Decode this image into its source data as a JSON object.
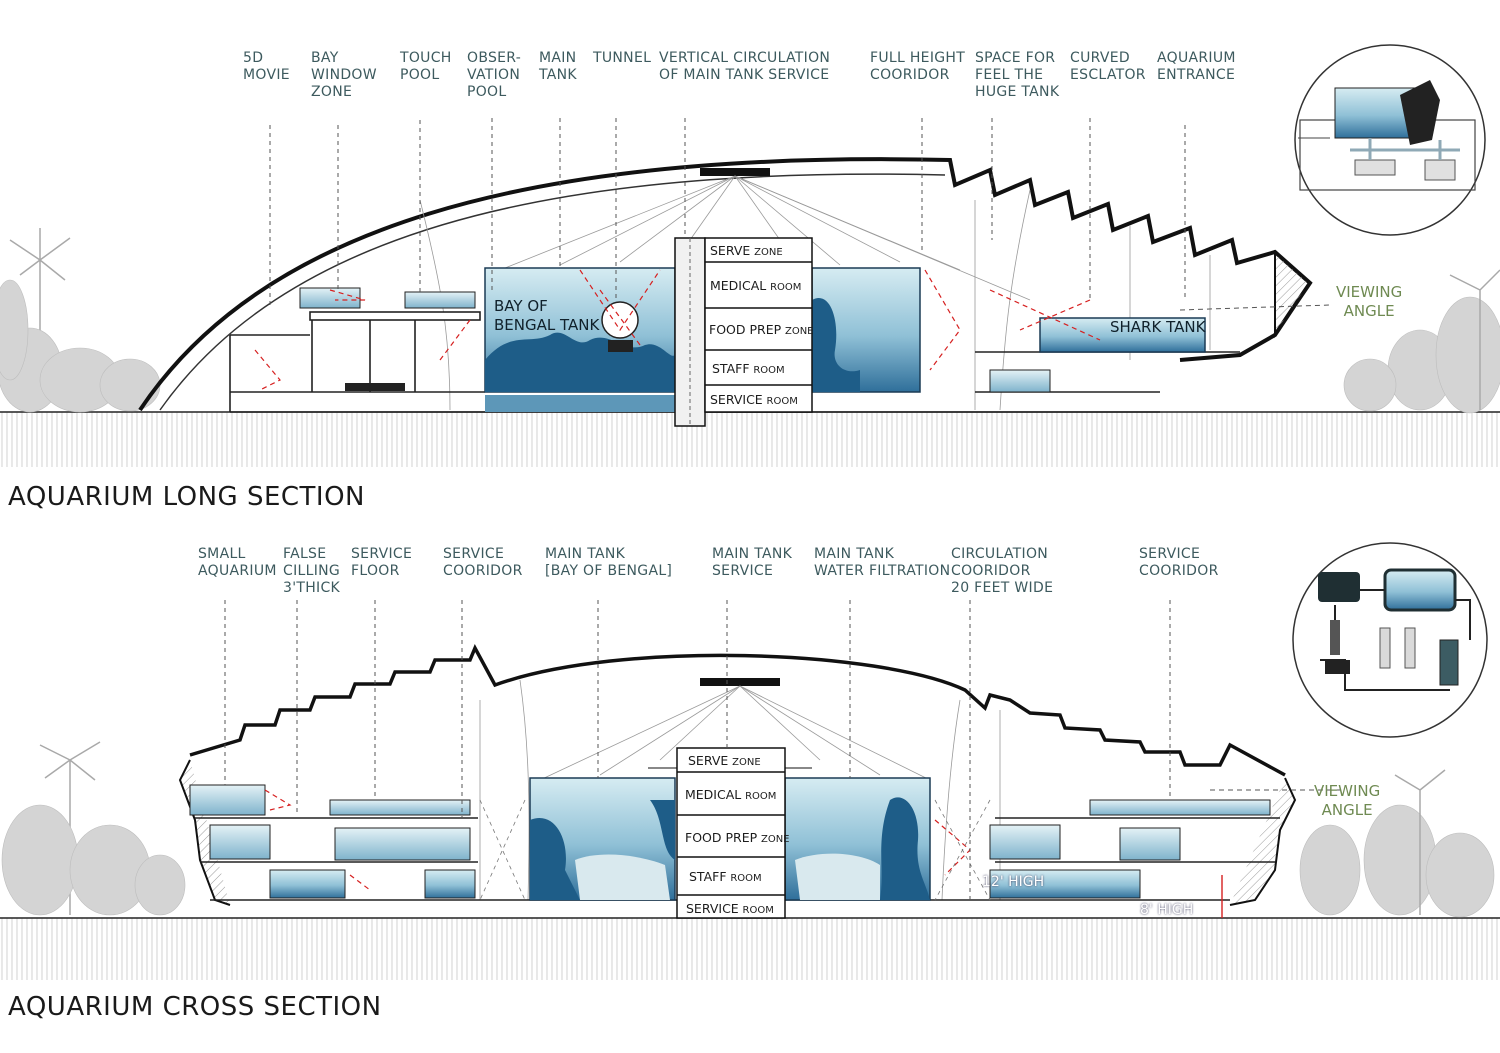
{
  "long_section": {
    "title": "AQUARIUM LONG SECTION",
    "callouts": [
      {
        "lines": [
          "5D",
          "MOVIE"
        ]
      },
      {
        "lines": [
          "BAY",
          "WINDOW",
          "ZONE"
        ]
      },
      {
        "lines": [
          "TOUCH",
          "POOL"
        ]
      },
      {
        "lines": [
          "OBSER-",
          "VATION",
          "POOL"
        ]
      },
      {
        "lines": [
          "MAIN",
          "TANK"
        ]
      },
      {
        "lines": [
          "TUNNEL"
        ]
      },
      {
        "lines": [
          "VERTICAL CIRCULATION",
          "OF MAIN TANK SERVICE"
        ]
      },
      {
        "lines": [
          "FULL HEIGHT",
          "COORIDOR"
        ]
      },
      {
        "lines": [
          "SPACE FOR",
          "FEEL THE",
          "HUGE TANK"
        ]
      },
      {
        "lines": [
          "CURVED",
          "ESCLATOR"
        ]
      },
      {
        "lines": [
          "AQUARIUM",
          "ENTRANCE"
        ]
      }
    ],
    "service_core": [
      {
        "big": "SERVE",
        "small": "ZONE"
      },
      {
        "big": "MEDICAL",
        "small": "ROOM"
      },
      {
        "big": "FOOD PREP",
        "small": "ZONE"
      },
      {
        "big": "STAFF",
        "small": "ROOM"
      },
      {
        "big": "SERVICE",
        "small": "ROOM"
      }
    ],
    "tank_labels": [
      {
        "lines": [
          "BAY OF",
          "BENGAL TANK"
        ]
      },
      {
        "lines": [
          "SHARK TANK"
        ]
      }
    ],
    "viewing_angle": [
      "VIEWING",
      "ANGLE"
    ]
  },
  "cross_section": {
    "title": "AQUARIUM CROSS SECTION",
    "callouts": [
      {
        "lines": [
          "SMALL",
          "AQUARIUM"
        ]
      },
      {
        "lines": [
          "FALSE",
          "CILLING",
          "3'THICK"
        ]
      },
      {
        "lines": [
          "SERVICE",
          "FLOOR"
        ]
      },
      {
        "lines": [
          "SERVICE",
          "COORIDOR"
        ]
      },
      {
        "lines": [
          "MAIN TANK",
          "[BAY OF BENGAL]"
        ]
      },
      {
        "lines": [
          "MAIN TANK",
          "SERVICE"
        ]
      },
      {
        "lines": [
          "MAIN TANK",
          "WATER FILTRATION"
        ]
      },
      {
        "lines": [
          "CIRCULATION",
          "COORIDOR",
          "20 FEET WIDE"
        ]
      },
      {
        "lines": [
          "SERVICE",
          "COORIDOR"
        ]
      }
    ],
    "service_core": [
      {
        "big": "SERVE",
        "small": "ZONE"
      },
      {
        "big": "MEDICAL",
        "small": "ROOM"
      },
      {
        "big": "FOOD PREP",
        "small": "ZONE"
      },
      {
        "big": "STAFF",
        "small": "ROOM"
      },
      {
        "big": "SERVICE",
        "small": "ROOM"
      }
    ],
    "dimensions": [
      "12' HIGH",
      "8' HIGH"
    ],
    "viewing_angle": [
      "VIEWING",
      "ANGLE"
    ]
  },
  "colors": {
    "water_light": "#bfe0ea",
    "water_deep": "#2f6f9a",
    "callout_text": "#3d5a5e",
    "viewing_angle_text": "#6f8a52",
    "sightline": "#d62020",
    "structure": "#111111"
  }
}
